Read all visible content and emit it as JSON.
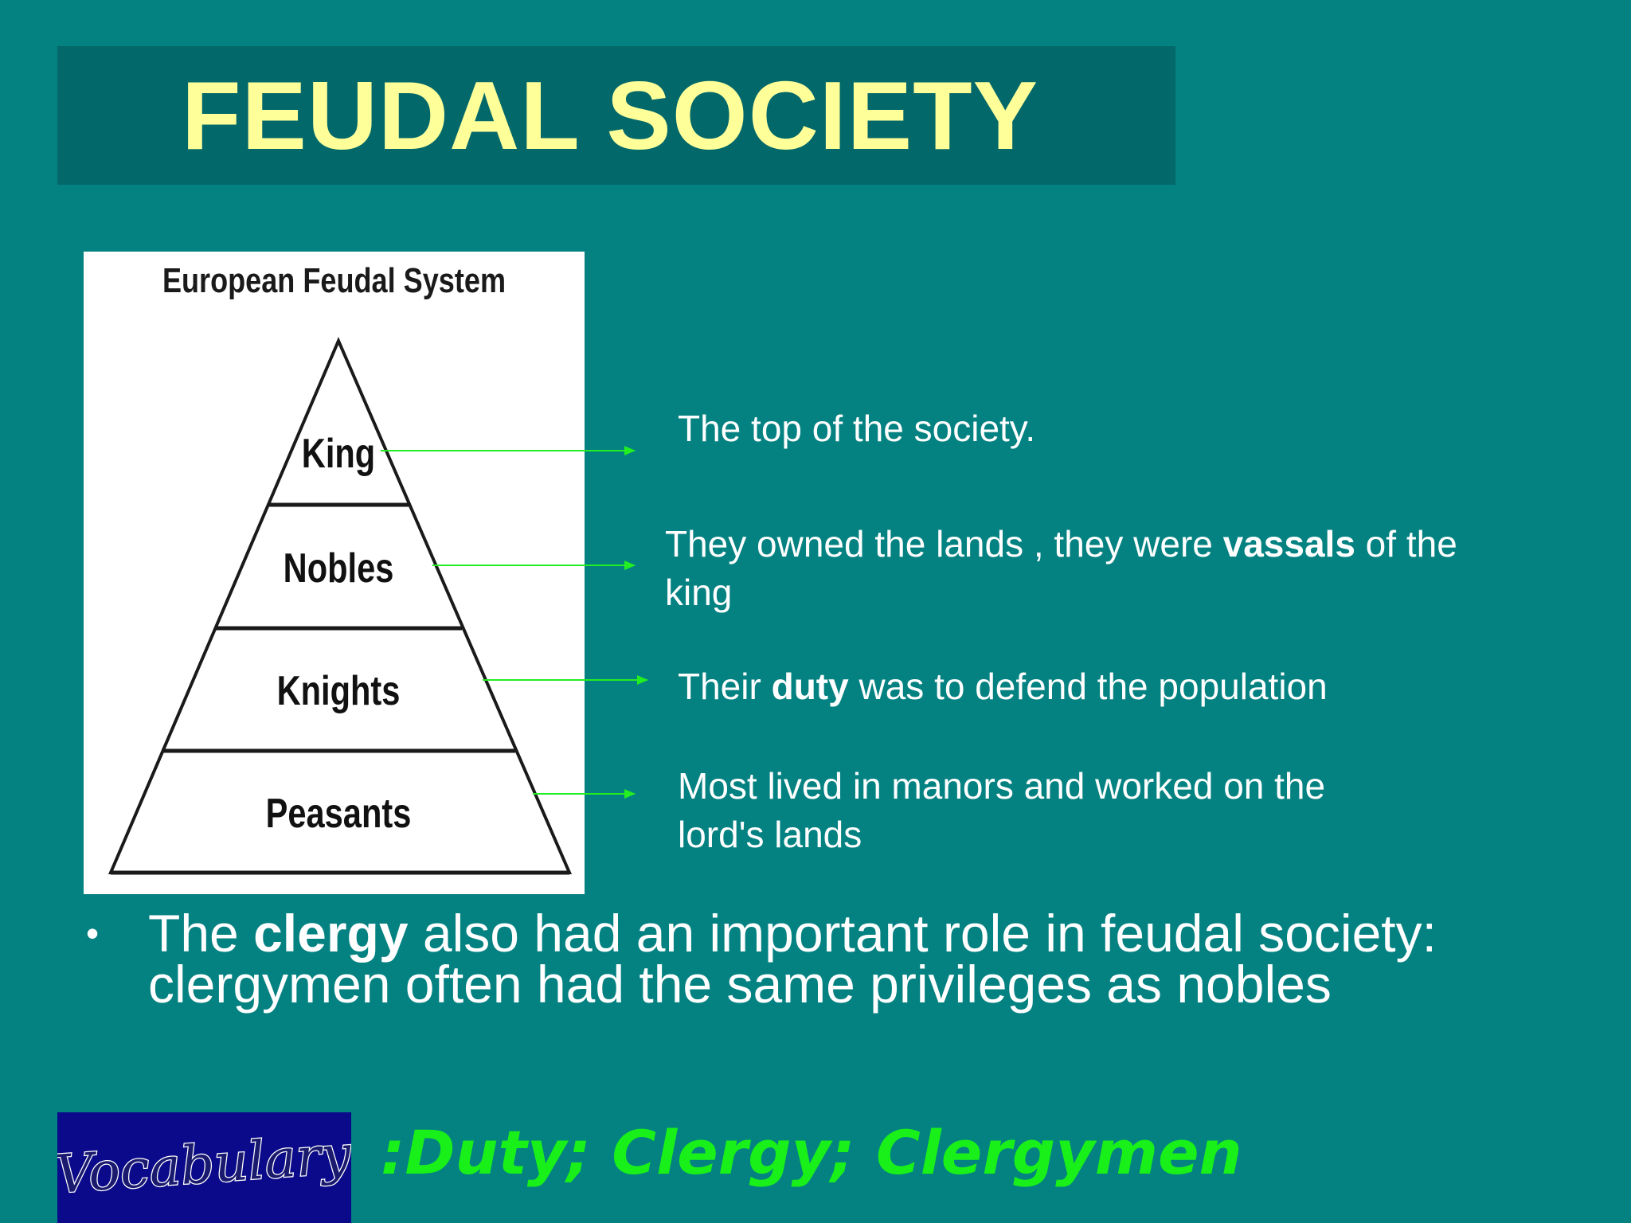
{
  "slide": {
    "title": "FEUDAL SOCIETY",
    "colors": {
      "background": "#048181",
      "title_band": "#02686a",
      "title_text": "#ffff99",
      "arrow": "#22ee22",
      "vocab_text": "#19f019",
      "vocab_badge": "#0b0a8a"
    }
  },
  "diagram": {
    "title": "European Feudal System",
    "tiers": [
      {
        "label": "King"
      },
      {
        "label": "Nobles"
      },
      {
        "label": "Knights"
      },
      {
        "label": "Peasants"
      }
    ]
  },
  "descriptions": [
    {
      "text_parts": [
        {
          "t": "The top of the society.",
          "b": false
        }
      ]
    },
    {
      "text_parts": [
        {
          "t": "They owned the lands , they were ",
          "b": false
        },
        {
          "t": "vassals",
          "b": true
        },
        {
          "t": " of the king",
          "b": false
        }
      ]
    },
    {
      "text_parts": [
        {
          "t": "Their ",
          "b": false
        },
        {
          "t": "duty",
          "b": true
        },
        {
          "t": " was to defend the population",
          "b": false
        }
      ]
    },
    {
      "text_parts": [
        {
          "t": "Most lived in manors and worked on the lord's lands",
          "b": false
        }
      ]
    }
  ],
  "bullet": {
    "marker": "•",
    "parts": [
      {
        "t": "The ",
        "b": false
      },
      {
        "t": "clergy",
        "b": true
      },
      {
        "t": " also had an important role in feudal society: clergymen often had the same privileges as nobles",
        "b": false
      }
    ]
  },
  "vocabulary": {
    "badge_label": "Vocabulary",
    "words": ":Duty; Clergy; Clergymen"
  }
}
